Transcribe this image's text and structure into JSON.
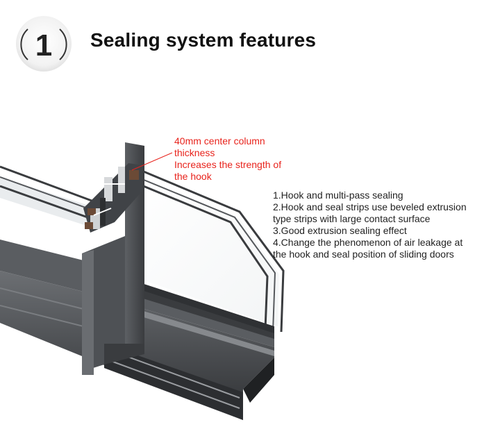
{
  "header": {
    "badge_number": "1",
    "title": "Sealing system features"
  },
  "callout": {
    "lines": [
      "40mm center column",
      "thickness",
      "Increases the strength of",
      "the hook"
    ]
  },
  "features": {
    "lines": [
      "1.Hook and multi-pass sealing",
      "2.Hook and seal strips use beveled extrusion",
      "type strips with large contact surface",
      "3.Good extrusion sealing effect",
      "4.Change the phenomenon of air leakage at",
      "the hook and seal position of sliding doors"
    ]
  },
  "colors": {
    "callout_text": "#e8231c",
    "frame_dark": "#3a3c3f",
    "frame_mid": "#55585c",
    "frame_light": "#7a7d81",
    "seal_brown": "#6b4a36"
  }
}
